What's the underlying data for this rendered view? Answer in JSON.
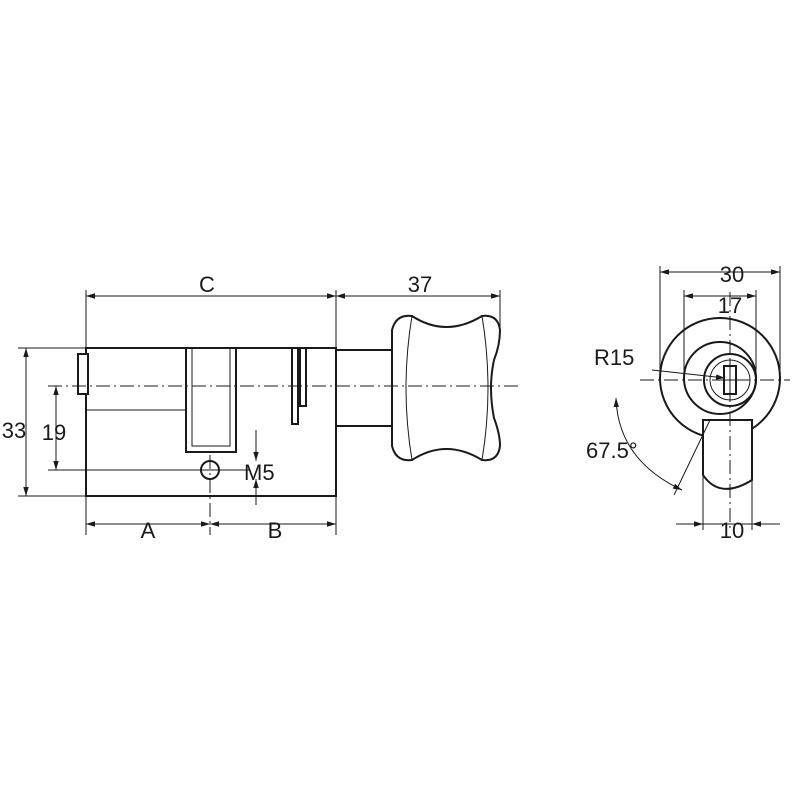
{
  "dimensions": {
    "overall_length": "C",
    "knob_length": "37",
    "height_total": "33",
    "height_center": "19",
    "part_a": "A",
    "part_b": "B",
    "screw_thread": "M5",
    "outer_diameter": "30",
    "inner_diameter": "17",
    "radius": "R15",
    "cam_angle": "67.5°",
    "cam_width": "10"
  }
}
